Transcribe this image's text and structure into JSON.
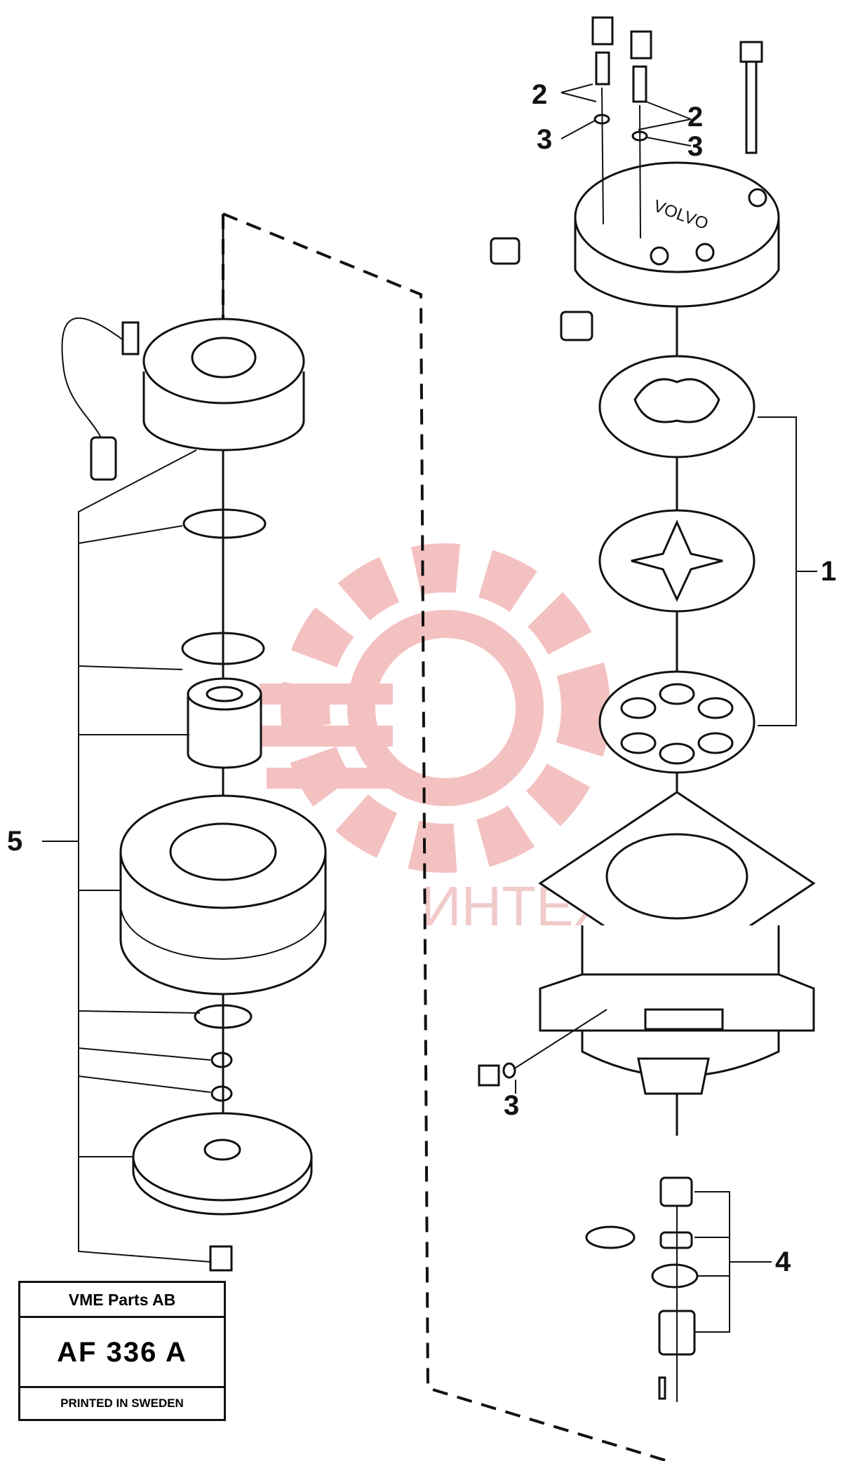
{
  "callouts": {
    "c1": "1",
    "c2a": "2",
    "c2b": "2",
    "c3a": "3",
    "c3b": "3",
    "c3c": "3",
    "c4": "4",
    "c5": "5"
  },
  "watermark": {
    "text": "ИНТЕХ",
    "color": "#e06060"
  },
  "title_block": {
    "company": "VME Parts AB",
    "code": "AF 336 A",
    "printed": "PRINTED IN SWEDEN"
  }
}
